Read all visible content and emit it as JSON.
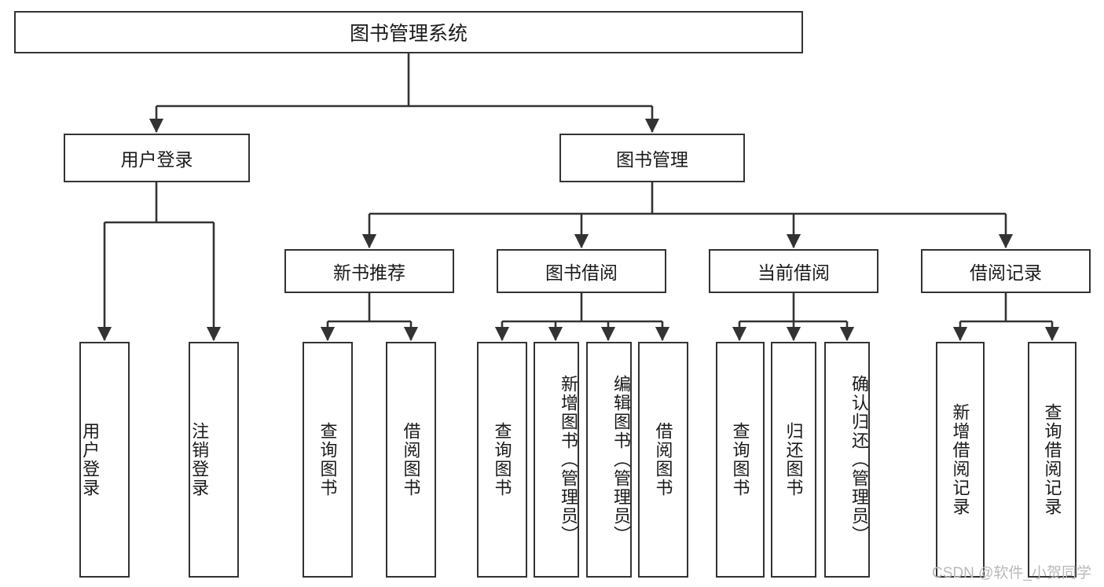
{
  "diagram": {
    "title": "图书管理系统",
    "type": "tree-hierarchy-diagram",
    "colors": {
      "box_border": "#333333",
      "box_fill": "#ffffff",
      "edge": "#333333",
      "text": "#1a1a1a",
      "watermark": "#b9b9b9"
    },
    "root": {
      "label": "图书管理系统"
    },
    "level2": [
      {
        "label": "用户登录"
      },
      {
        "label": "图书管理"
      }
    ],
    "level3": [
      {
        "label": "新书推荐"
      },
      {
        "label": "图书借阅"
      },
      {
        "label": "当前借阅"
      },
      {
        "label": "借阅记录"
      }
    ],
    "leaves": {
      "user_login": [
        {
          "label": "用户登录"
        },
        {
          "label": "注销登录"
        }
      ],
      "new_book_recommend": [
        {
          "label": "查询图书"
        },
        {
          "label": "借阅图书"
        }
      ],
      "book_borrow": [
        {
          "label": "查询图书"
        },
        {
          "label": "新增图书（管理员）"
        },
        {
          "label": "编辑图书（管理员）"
        },
        {
          "label": "借阅图书"
        }
      ],
      "current_borrow": [
        {
          "label": "查询图书"
        },
        {
          "label": "归还图书"
        },
        {
          "label": "确认归还（管理员）"
        }
      ],
      "borrow_records": [
        {
          "label": "新增借阅记录"
        },
        {
          "label": "查询借阅记录"
        }
      ]
    }
  },
  "watermark": {
    "text": "CSDN @软件_小贺同学"
  }
}
